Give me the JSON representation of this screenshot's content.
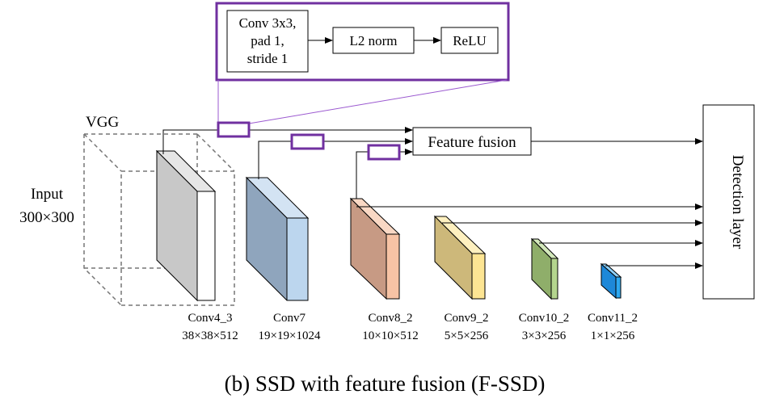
{
  "detail": {
    "conv": [
      "Conv 3x3,",
      "pad 1,",
      "stride 1"
    ],
    "norm": "L2 norm",
    "relu": "ReLU",
    "border_color": "#7030a0"
  },
  "vgg_label": "VGG",
  "input_label": [
    "Input",
    "300×300"
  ],
  "fusion_label": "Feature fusion",
  "detection_label": "Detection layer",
  "layers": [
    {
      "name": "Conv4_3",
      "dims": "38×38×512",
      "front": "#c8c8c8",
      "side": "#ffffff",
      "top": "#e6e6e6"
    },
    {
      "name": "Conv7",
      "dims": "19×19×1024",
      "front": "#8fa5bd",
      "side": "#bcd6ee",
      "top": "#d3e3f3"
    },
    {
      "name": "Conv8_2",
      "dims": "10×10×512",
      "front": "#c79a84",
      "side": "#f7c3a5",
      "top": "#f9d8c4"
    },
    {
      "name": "Conv9_2",
      "dims": "5×5×256",
      "front": "#cdb87a",
      "side": "#fde593",
      "top": "#fef0bf"
    },
    {
      "name": "Conv10_2",
      "dims": "3×3×256",
      "front": "#8fae6a",
      "side": "#b4d58e",
      "top": "#d3e8bb"
    },
    {
      "name": "Conv11_2",
      "dims": "1×1×256",
      "front": "#1e88d8",
      "side": "#2ea8f0",
      "top": "#8fd0f8"
    }
  ],
  "caption": "(b) SSD with feature fusion (F-SSD)"
}
